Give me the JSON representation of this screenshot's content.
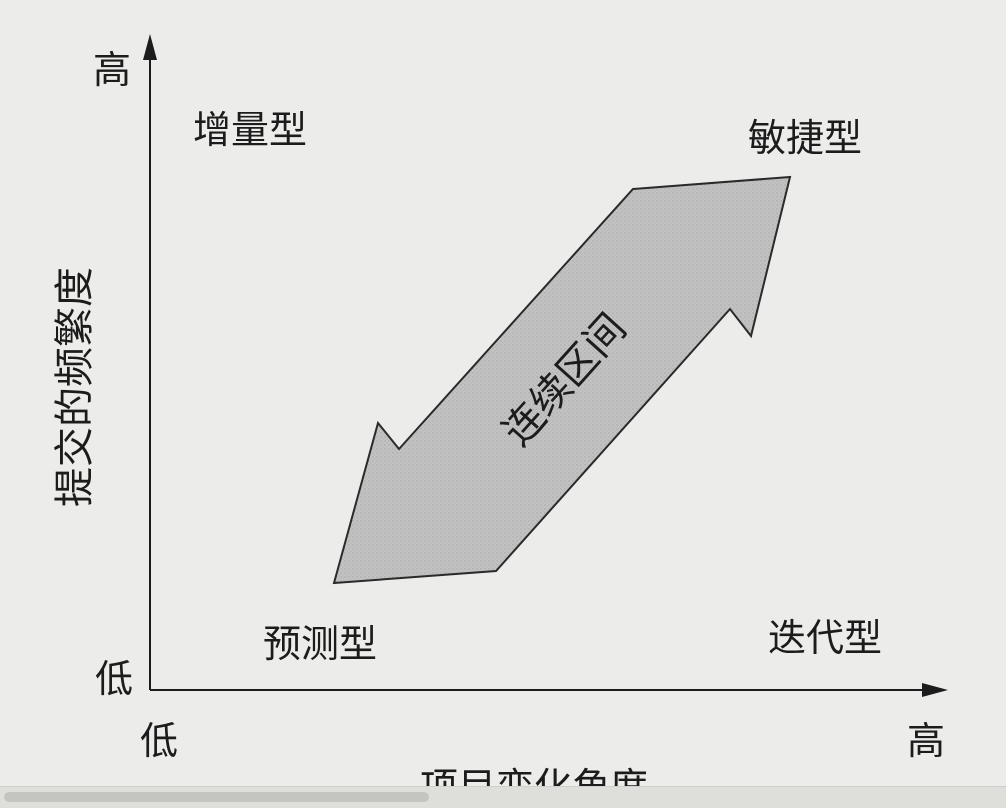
{
  "diagram": {
    "y_axis": {
      "title": "提交的频繁度",
      "high_label": "高",
      "low_label": "低"
    },
    "x_axis": {
      "title": "项目变化角度",
      "low_label": "低",
      "high_label": "高"
    },
    "quadrants": {
      "top_left": "增量型",
      "top_right": "敏捷型",
      "bottom_left": "预测型",
      "bottom_right": "迭代型"
    },
    "arrow": {
      "label": "连续区间"
    }
  },
  "colors": {
    "background": "#ececea",
    "ink": "#1c1c1c",
    "arrow_fill": "#bcbcbc"
  }
}
